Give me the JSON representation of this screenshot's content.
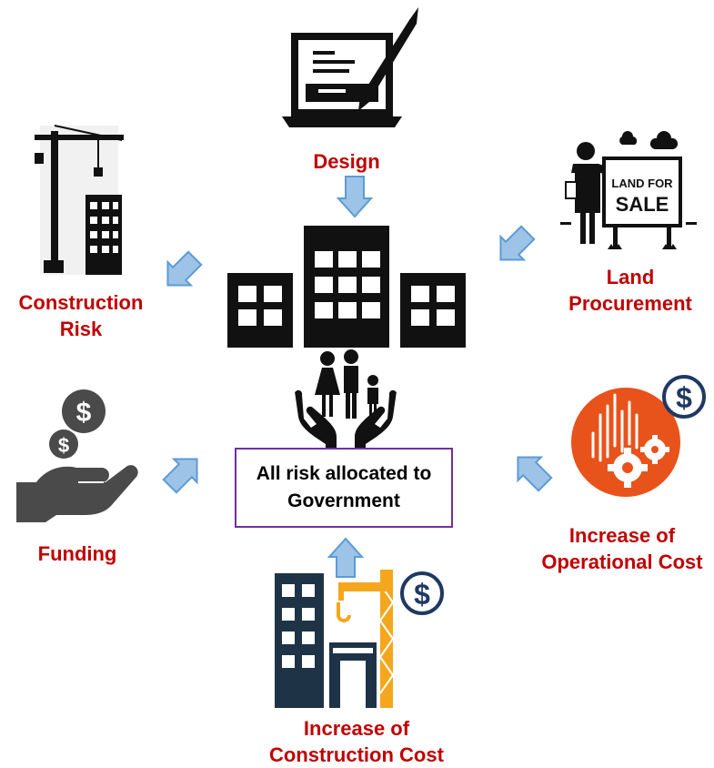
{
  "center": {
    "text": "All risk allocated to Government",
    "border_color": "#7030a0"
  },
  "items": {
    "design": {
      "label": "Design",
      "icon": "laptop-pen-icon"
    },
    "construction_risk": {
      "label_line1": "Construction",
      "label_line2": "Risk",
      "icon": "tower-crane-icon"
    },
    "land_procurement": {
      "label_line1": "Land",
      "label_line2": "Procurement",
      "icon": "land-for-sale-icon",
      "sign_line1": "LAND FOR",
      "sign_line2": "SALE"
    },
    "funding": {
      "label": "Funding",
      "icon": "hand-coins-icon"
    },
    "operational_cost": {
      "label_line1": "Increase of",
      "label_line2": "Operational Cost",
      "icon": "gears-chart-dollar-icon"
    },
    "construction_cost": {
      "label_line1": "Increase of",
      "label_line2": "Construction Cost",
      "icon": "building-crane-dollar-icon"
    }
  },
  "colors": {
    "label": "#c00000",
    "arrow_fill": "#9dc3e6",
    "arrow_stroke": "#5b9bd5",
    "dollar": "#1f3864",
    "orange": "#e8531b",
    "crane_yellow": "#f4a71d",
    "building_navy": "#1f3347"
  }
}
